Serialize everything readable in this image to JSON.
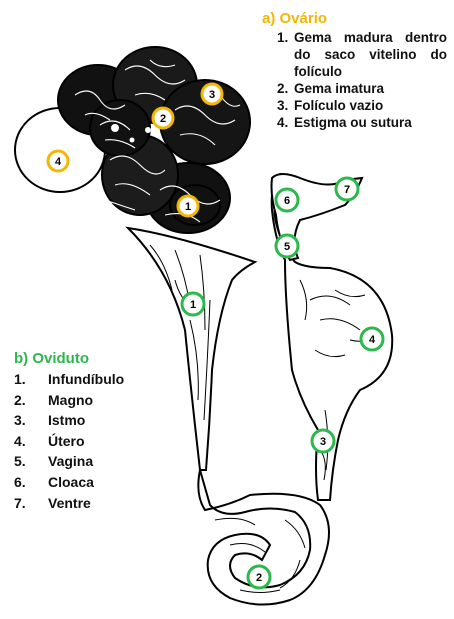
{
  "ovary": {
    "title": "a) Ovário",
    "color": "#f2b705",
    "items": [
      {
        "num": "1.",
        "text": "Gema madura dentro do saco vitelino do folículo"
      },
      {
        "num": "2.",
        "text": "Gema imatura"
      },
      {
        "num": "3.",
        "text": "Folículo vazio"
      },
      {
        "num": "4.",
        "text": "Estigma ou sutura"
      }
    ],
    "markers": [
      "1",
      "2",
      "3",
      "4"
    ]
  },
  "oviduct": {
    "title": "b) Oviduto",
    "color": "#2db84d",
    "items": [
      {
        "num": "1.",
        "text": "Infundíbulo"
      },
      {
        "num": "2.",
        "text": "Magno"
      },
      {
        "num": "3.",
        "text": "Istmo"
      },
      {
        "num": "4.",
        "text": "Útero"
      },
      {
        "num": "5.",
        "text": "Vagina"
      },
      {
        "num": "6.",
        "text": "Cloaca"
      },
      {
        "num": "7.",
        "text": "Ventre"
      }
    ],
    "markers": [
      "1",
      "2",
      "3",
      "4",
      "5",
      "6",
      "7"
    ]
  }
}
